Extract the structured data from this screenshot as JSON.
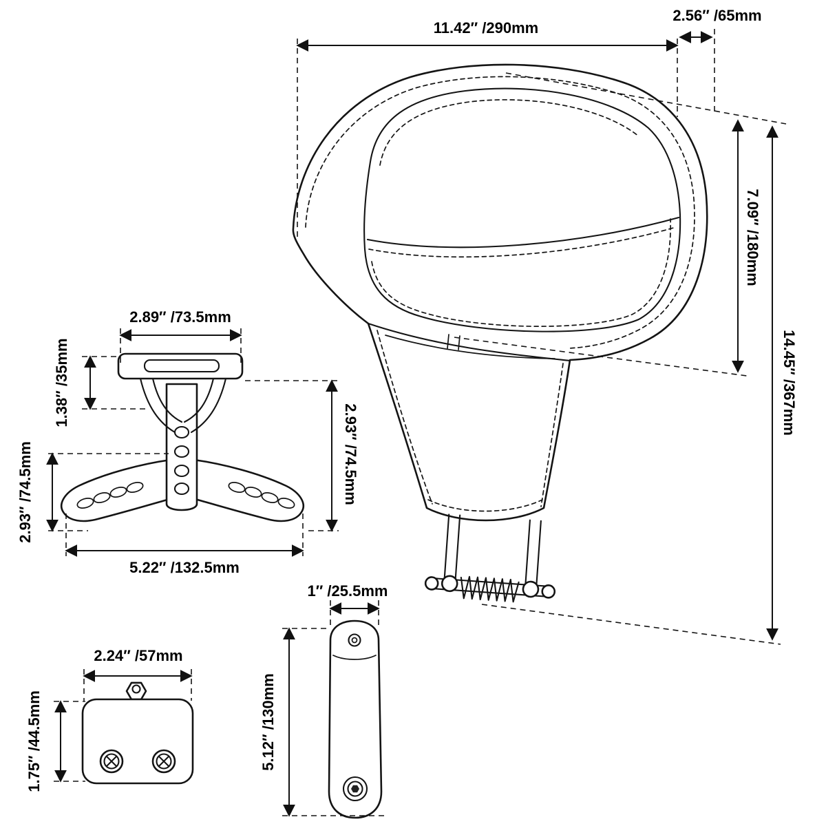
{
  "colors": {
    "line": "#141414",
    "background": "#ffffff"
  },
  "dims": {
    "pad_width": "11.42″ /290mm",
    "pad_top_offset": "2.56″ /65mm",
    "pad_height": "7.09″ /180mm",
    "total_height": "14.45″ /367mm",
    "bracket_top_width": "2.89″ /73.5mm",
    "bracket_tab_height": "1.38″ /35mm",
    "bracket_body_height": "2.93″ /74.5mm",
    "bracket_wing_height": "2.93″ /74.5mm",
    "bracket_bottom_width": "5.22″ /132.5mm",
    "arm_width": "1″ /25.5mm",
    "arm_height": "5.12″ /130mm",
    "clamp_width": "2.24″ /57mm",
    "clamp_height": "1.75″ /44.5mm"
  }
}
